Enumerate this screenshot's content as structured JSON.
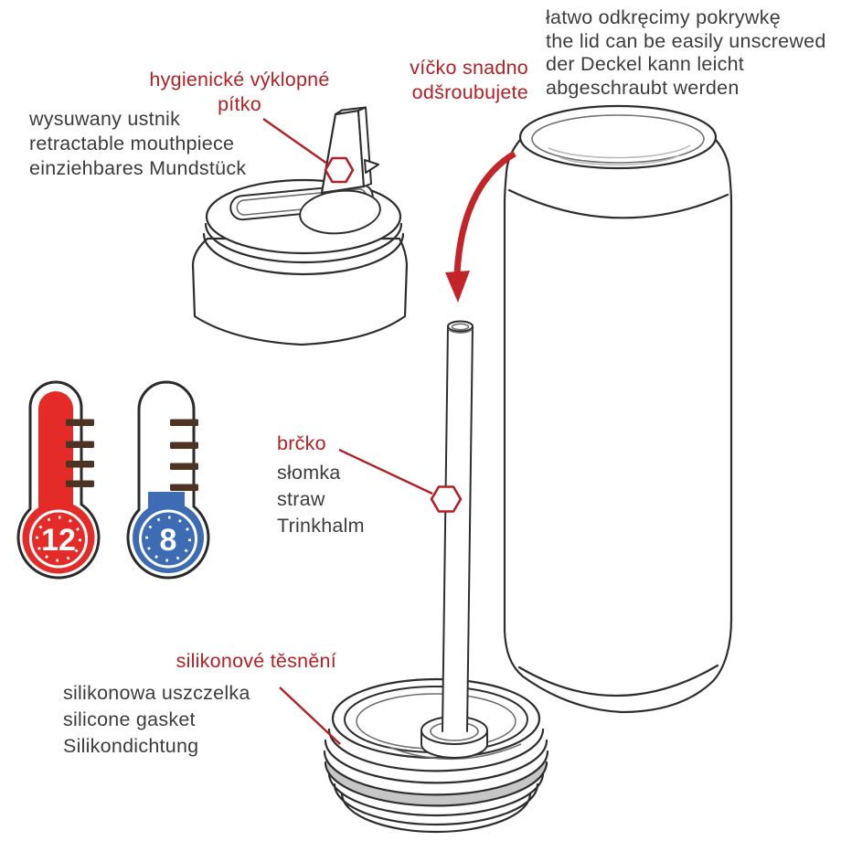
{
  "annotations": {
    "lid": {
      "accent": [
        "víčko snadno",
        "odšroubujete"
      ],
      "lines": [
        "łatwo odkręcimy pokrywkę",
        "the lid can be easily unscrewed",
        "der Deckel kann leicht",
        "abgeschraubt werden"
      ]
    },
    "mouthpiece": {
      "accent": [
        "hygienické výklopné",
        "pítko"
      ],
      "lines": [
        "wysuwany ustnik",
        "retractable mouthpiece",
        "einziehbares Mundstück"
      ]
    },
    "straw": {
      "accent": [
        "brčko"
      ],
      "lines": [
        "słomka",
        "straw",
        "Trinkhalm"
      ]
    },
    "gasket": {
      "accent": [
        "silikonové těsnění"
      ],
      "lines": [
        "silikonowa uszczelka",
        "silicone gasket",
        "Silikondichtung"
      ]
    }
  },
  "thermometers": {
    "hot": {
      "label": "12"
    },
    "cold": {
      "label": "8"
    }
  },
  "icons": [
    "thermometer-hot-icon",
    "thermometer-cold-icon",
    "unscrew-arrow-icon",
    "marker-hexagon-mouthpiece",
    "marker-hexagon-straw"
  ],
  "colors": {
    "accent_red": "#b32025",
    "arrow_red": "#c2242a",
    "thermo_red": "#e42b28",
    "thermo_blue": "#3d6cb4",
    "tick_brown": "#4c3324",
    "outline_dark": "#2e2e2e",
    "gasket_gray": "#c6c6c6",
    "text_black": "#3c3c3c"
  }
}
